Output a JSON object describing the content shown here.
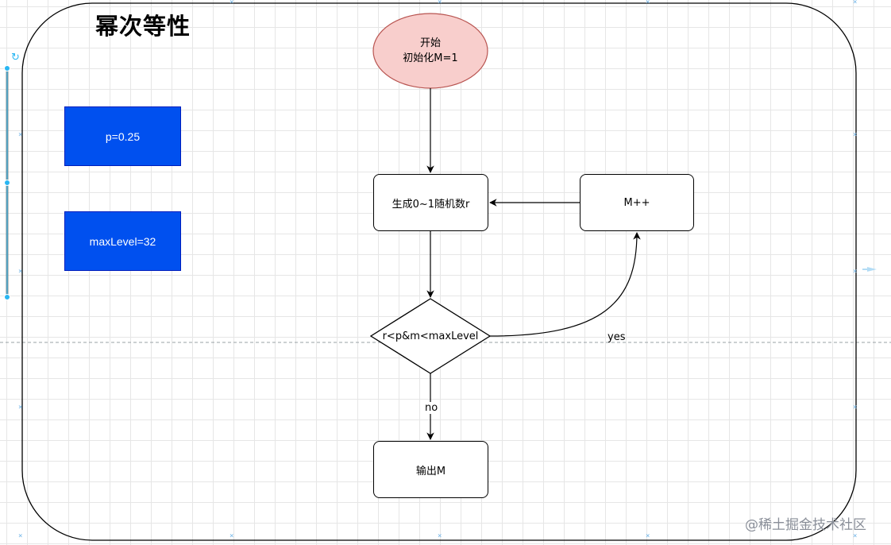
{
  "diagram": {
    "title": "幂次等性",
    "params": {
      "p": "p=0.25",
      "maxlevel": "maxLevel=32"
    },
    "nodes": {
      "start_line1": "开始",
      "start_line2": "初始化M=1",
      "generate": "生成0~1随机数r",
      "increment": "M++",
      "condition": "r<p&m<maxLevel",
      "output": "输出M"
    },
    "edge_labels": {
      "yes": "yes",
      "no": "no"
    }
  },
  "watermark": "@稀土掘金技术社区",
  "colors": {
    "start_fill": "#f8cecc",
    "start_stroke": "#b85450",
    "param_fill": "#0050ef",
    "param_text": "#ffffff",
    "selection_handle": "#29b6f2"
  }
}
